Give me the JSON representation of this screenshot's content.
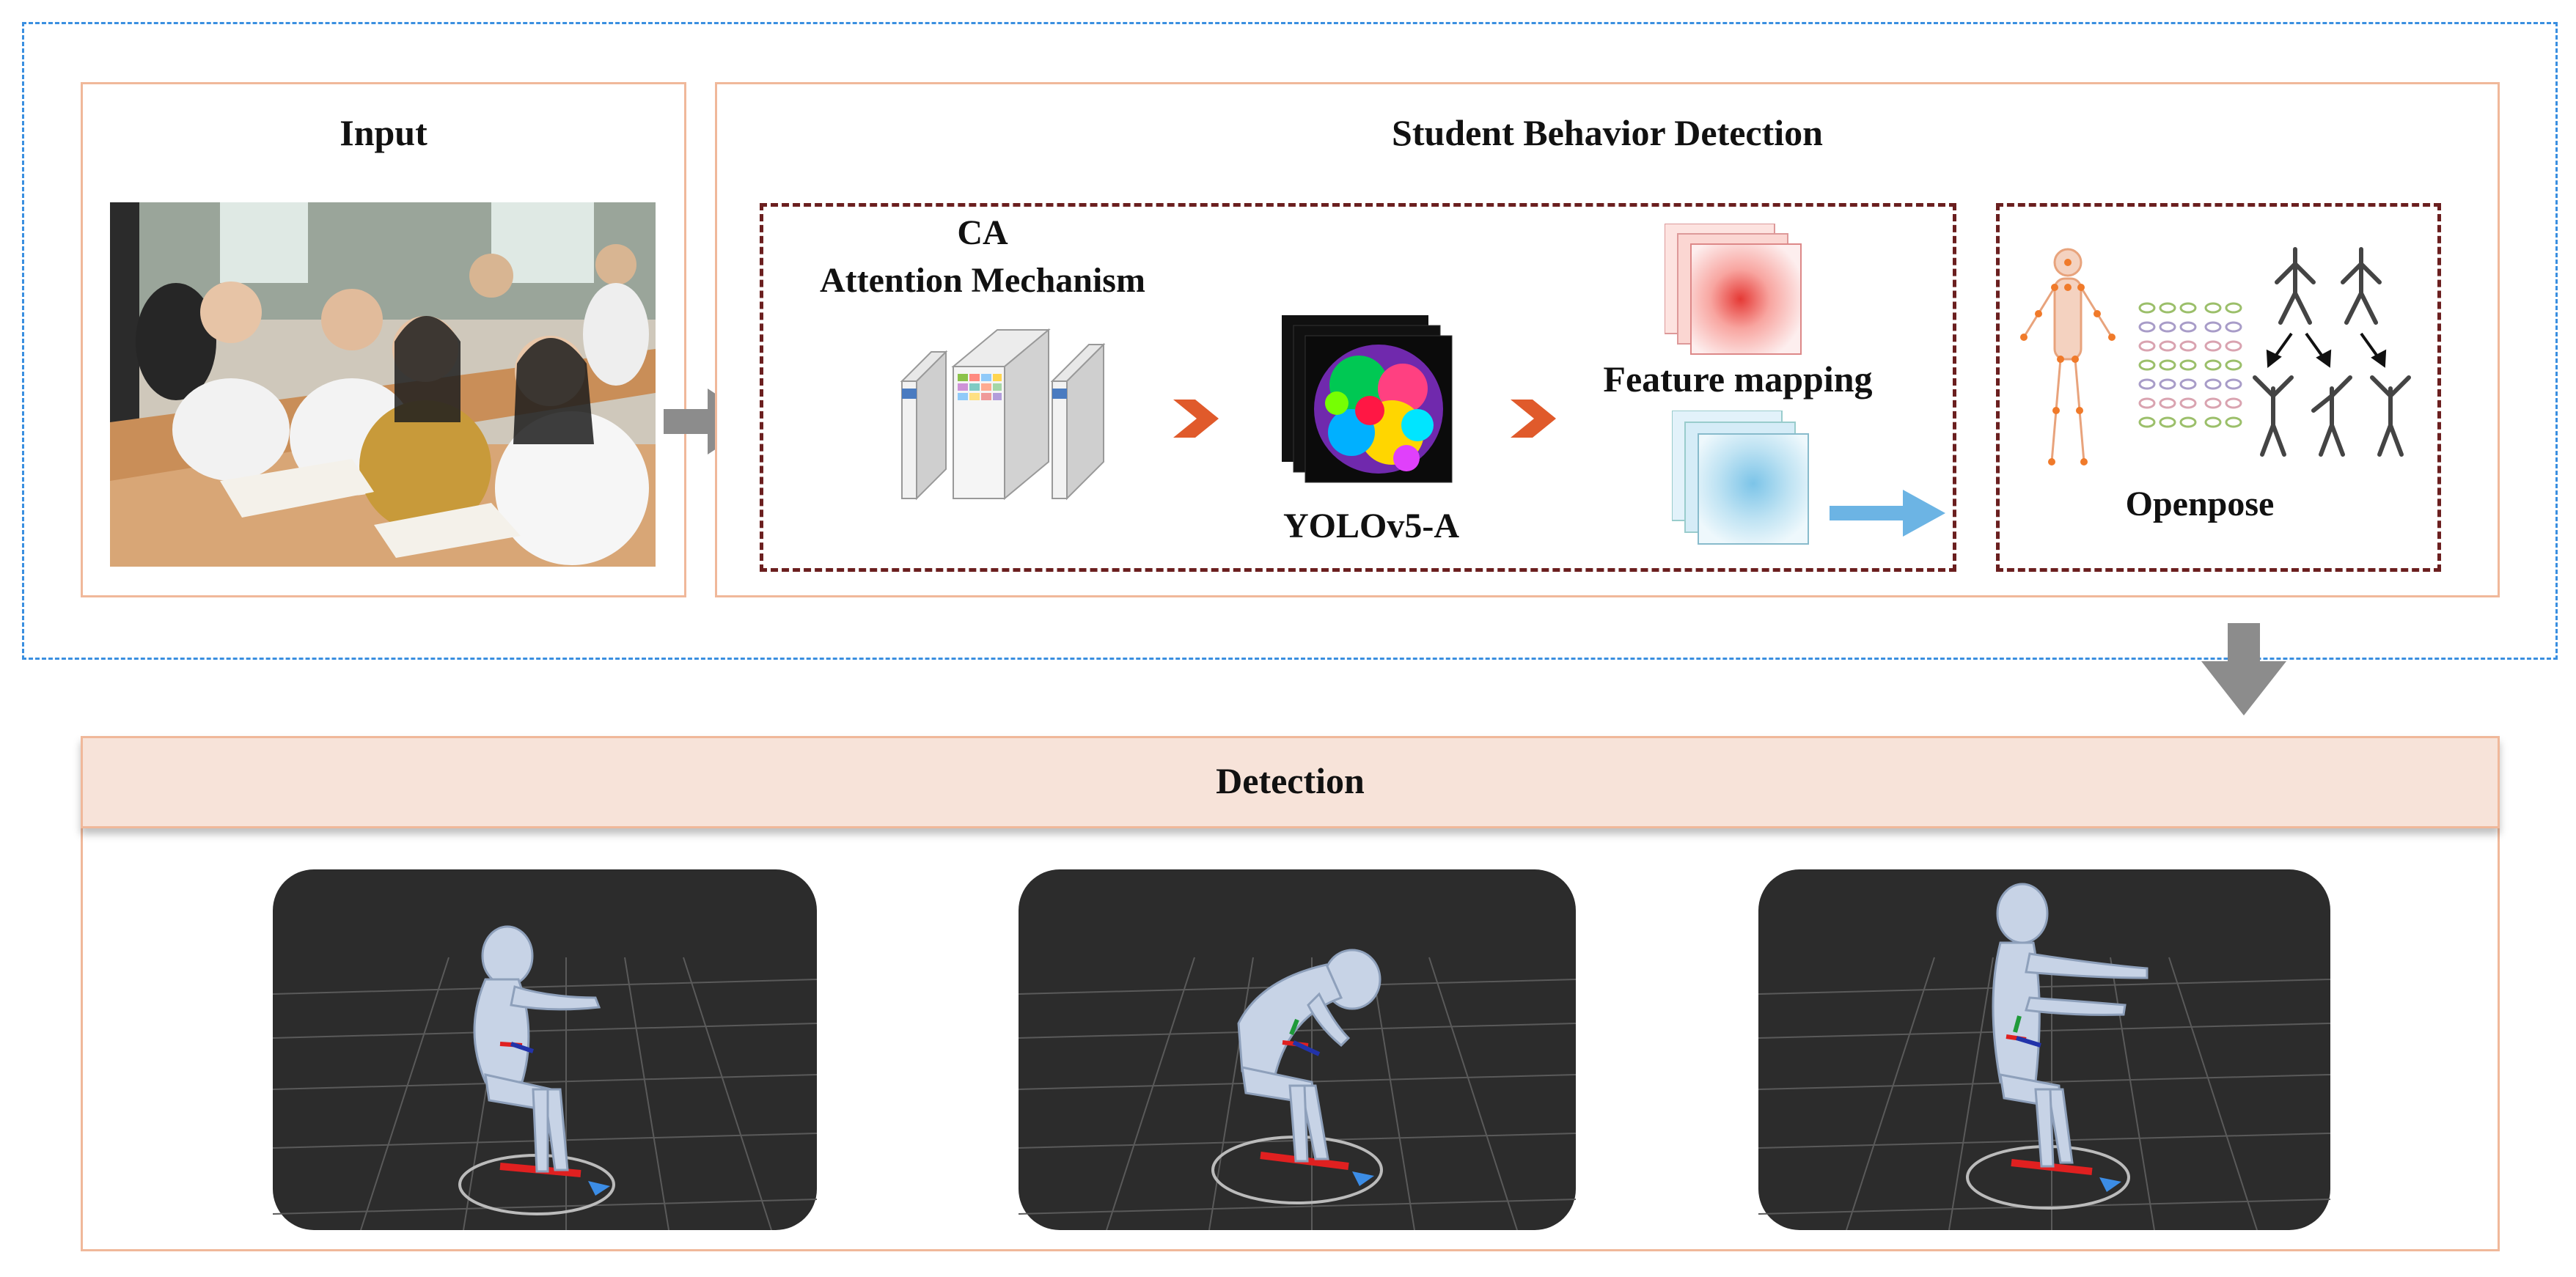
{
  "input": {
    "title": "Input"
  },
  "behavior": {
    "title": "Student Behavior Detection",
    "ca_line1": "CA",
    "ca_line2": "Attention Mechanism",
    "yolo_label": "YOLOv5-A",
    "feature_label": "Feature mapping",
    "openpose_label": "Openpose"
  },
  "detection": {
    "title": "Detection"
  },
  "colors": {
    "outer_dashed": "#3a8fe0",
    "panel_border": "#f0b89a",
    "inner_dashed": "#6b1f1f",
    "orange_arrow": "#e05a2b",
    "blue_arrow": "#6cb4e4",
    "gray_arrow": "#8c8c8c",
    "detection_header": "#f7e3d9"
  }
}
